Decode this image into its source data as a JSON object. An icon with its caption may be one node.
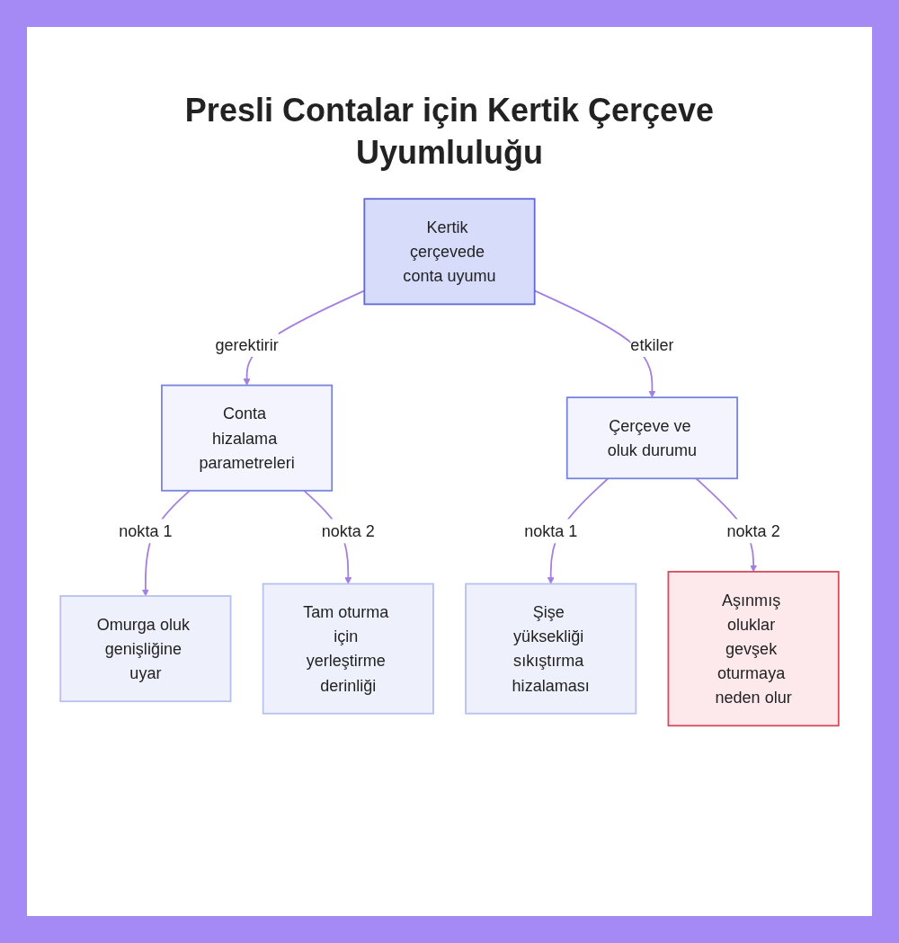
{
  "diagram": {
    "title": "Presli Contalar için Kertik Çerçeve Uyumluluğu",
    "nodes": [
      {
        "text": [
          "Kertik çerçevede conta uyumu"
        ]
      },
      {
        "text": [
          "Conta hizalama parametreleri"
        ]
      },
      {
        "text": [
          "Çerçeve ve oluk durumu"
        ]
      },
      {
        "text": [
          "Omurga oluk genişliğine uyar"
        ]
      },
      {
        "text": [
          "Tam oturma için yerleştirme derinliği"
        ]
      },
      {
        "text": [
          "Şişe yüksekliği sıkıştırma hizalaması"
        ]
      },
      {
        "text": [
          "Aşınmış oluklar gevşek oturmaya neden olur"
        ]
      }
    ],
    "edges": [
      {
        "from": 0,
        "to": 1,
        "arrow": "to",
        "label": "gerektirir"
      },
      {
        "from": 0,
        "to": 2,
        "arrow": "to",
        "label": "etkiler"
      },
      {
        "from": 1,
        "to": 3,
        "arrow": "to",
        "label": "nokta 1"
      },
      {
        "from": 1,
        "to": 4,
        "arrow": "to",
        "label": "nokta 2"
      },
      {
        "from": 2,
        "to": 5,
        "arrow": "to",
        "label": "nokta 1"
      },
      {
        "from": 2,
        "to": 6,
        "arrow": "to",
        "label": "nokta 2"
      }
    ]
  }
}
